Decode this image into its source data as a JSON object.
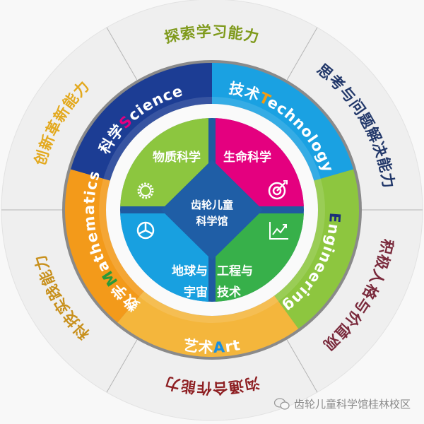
{
  "center": {
    "line1": "齿轮儿童",
    "line2": "科学馆"
  },
  "quadrants": [
    {
      "label": "物质科学",
      "icon": "gear-icon",
      "color": "#8cc63f"
    },
    {
      "label": "生命科学",
      "icon": "target-icon",
      "color": "#e4007f"
    },
    {
      "line1": "地球与",
      "line2": "宇宙",
      "icon": "pie-chart-icon",
      "color": "#18a0e0"
    },
    {
      "line1": "工程与",
      "line2": "技术",
      "icon": "line-chart-icon",
      "color": "#37b04a"
    }
  ],
  "ring": [
    {
      "cn": "科学",
      "letter": "S",
      "rest": "cience",
      "color": "#1c3d94",
      "letter_color": "#e4007f"
    },
    {
      "cn": "技术",
      "letter": "T",
      "rest": "echnology",
      "color": "#1aa1e2",
      "letter_color": "#f39c12"
    },
    {
      "cn": "工程",
      "letter": "E",
      "rest": "ngineering",
      "color": "#8dc63f",
      "letter_color": "#1c2f7a"
    },
    {
      "cn": "艺术",
      "letter": "A",
      "rest": "rt",
      "color": "#f4b63c",
      "letter_color": "#1a8fe0"
    },
    {
      "cn": "数学",
      "letter": "M",
      "rest": "athematics",
      "color": "#f39a1a",
      "letter_color": "#2a9a3a"
    }
  ],
  "abilities": [
    {
      "label": "探索学习能力",
      "color": "#7f9a1c"
    },
    {
      "label": "思考与问题解决能力",
      "color": "#22386a"
    },
    {
      "label": "积极人格与价值观",
      "color": "#7a2a3c"
    },
    {
      "label": "沟通合作能力",
      "color": "#8e1f22"
    },
    {
      "label": "科技实践能力",
      "color": "#c8901c"
    },
    {
      "label": "创新革新能力",
      "color": "#e3a91e"
    }
  ],
  "watermark": {
    "icon": "wechat-icon",
    "text": "齿轮儿童科学馆桂林校区"
  }
}
